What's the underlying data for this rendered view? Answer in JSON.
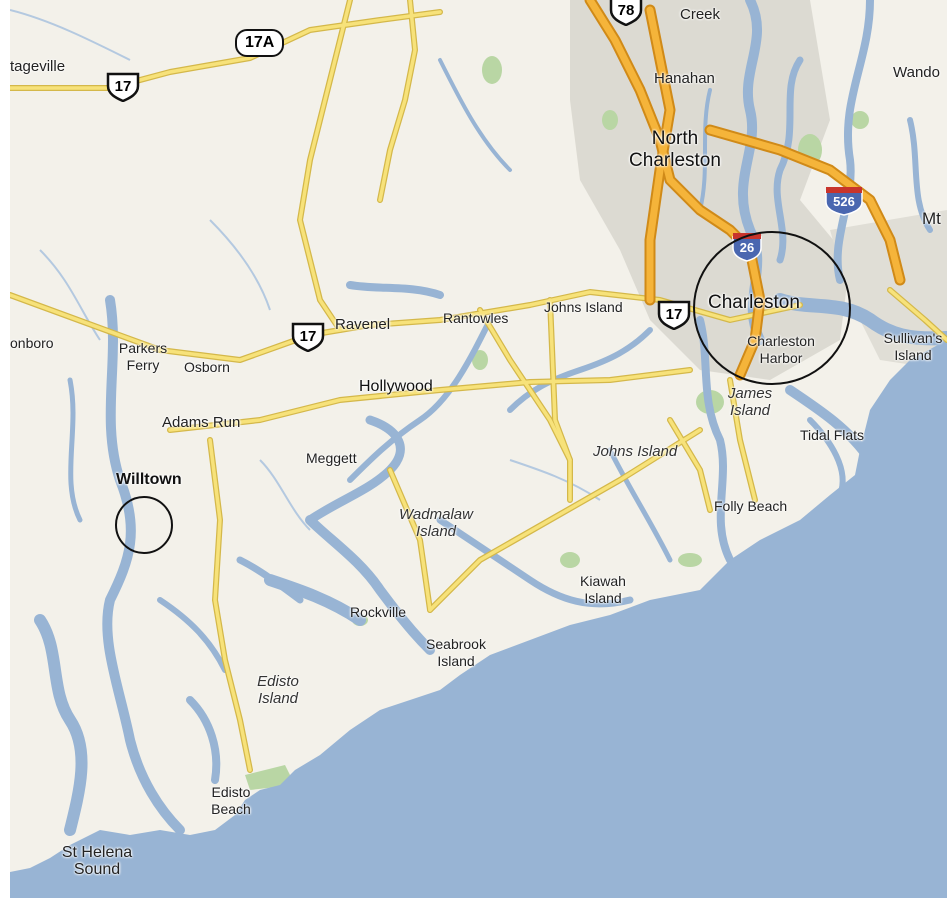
{
  "map": {
    "colors": {
      "land": "#f3f1ea",
      "water": "#98b4d4",
      "urban": "#dcdad2",
      "park": "#b9d6a4",
      "road": "#f7e27a",
      "road_edge": "#d4b84a",
      "highway": "#f5b43a",
      "highway_edge": "#d08a18",
      "marker": "#111111"
    },
    "places": {
      "creek": "Creek",
      "hanahan": "Hanahan",
      "north_charleston": [
        "North",
        "Charleston"
      ],
      "wando": "Wando",
      "mt": "Mt",
      "charleston": "Charleston",
      "charleston_harbor": [
        "Charleston",
        "Harbor"
      ],
      "sullivans_island": [
        "Sullivan's",
        "Island"
      ],
      "johns_island_town": "Johns Island",
      "rantowles": "Rantowles",
      "ravenel": "Ravenel",
      "parkers_ferry": [
        "Parkers",
        "Ferry"
      ],
      "osborn": "Osborn",
      "onboro": "onboro",
      "hollywood": "Hollywood",
      "adams_run": "Adams Run",
      "meggett": "Meggett",
      "willtown": "Willtown",
      "james_island": [
        "James",
        "Island"
      ],
      "tidal_flats": "Tidal Flats",
      "johns_island": "Johns Island",
      "folly_beach": "Folly Beach",
      "wadmalaw_island": [
        "Wadmalaw",
        "Island"
      ],
      "kiawah_island": [
        "Kiawah",
        "Island"
      ],
      "rockville": "Rockville",
      "seabrook_island": [
        "Seabrook",
        "Island"
      ],
      "edisto_island": [
        "Edisto",
        "Island"
      ],
      "edisto_beach": [
        "Edisto",
        "Beach"
      ],
      "st_helena_sound": [
        "St Helena",
        "Sound"
      ],
      "stageville": "tageville"
    },
    "shields": {
      "us17_northwest": "17",
      "alt17a": "17A",
      "us17_ravenel": "17",
      "us17_charleston": "17",
      "us78": "78",
      "i26": "26",
      "i526": "526"
    },
    "markers": [
      "charleston-circle",
      "willtown-circle"
    ]
  }
}
